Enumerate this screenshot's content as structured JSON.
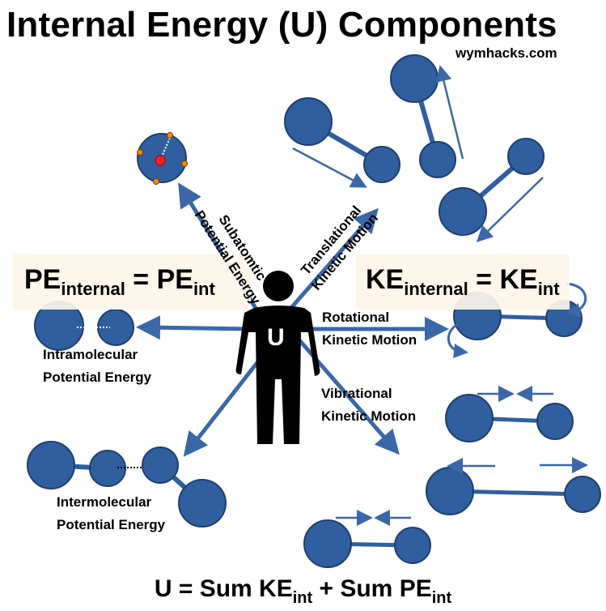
{
  "title": "Internal Energy (U) Components",
  "brand": "wymhacks.com",
  "pe_box": {
    "base": "PE",
    "sub1": "internal",
    "eq": " = PE",
    "sub2": "int"
  },
  "ke_box": {
    "base": "KE",
    "sub1": "internal",
    "eq": " = KE",
    "sub2": "int"
  },
  "person_letter": "U",
  "labels": {
    "subatomic_line1": "Subatomtic",
    "subatomic_line2": "Potential Energy",
    "translational_line1": "Translational",
    "translational_line2": "Kinetic Motion",
    "rotational": "Rotational",
    "rotational_line2": "Kinetic Motion",
    "vibrational": "Vibrational",
    "vibrational_line2": "Kinetic Motion",
    "intramolecular_line1": "Intramolecular",
    "intramolecular_line2": "Potential Energy",
    "intermolecular_line1": "Intermolecular",
    "intermolecular_line2": "Potential Energy"
  },
  "formula": {
    "p1": "U = Sum KE",
    "s1": "int",
    "p2": " + Sum PE",
    "s2": "int"
  },
  "colors": {
    "molecule_fill": "#2f5f9e",
    "molecule_stroke": "#1f3f6e",
    "arrow": "#3b67a8",
    "electron": "#ff8c00",
    "nucleus": "#ff2020",
    "box_bg": "#fdf5e8"
  }
}
